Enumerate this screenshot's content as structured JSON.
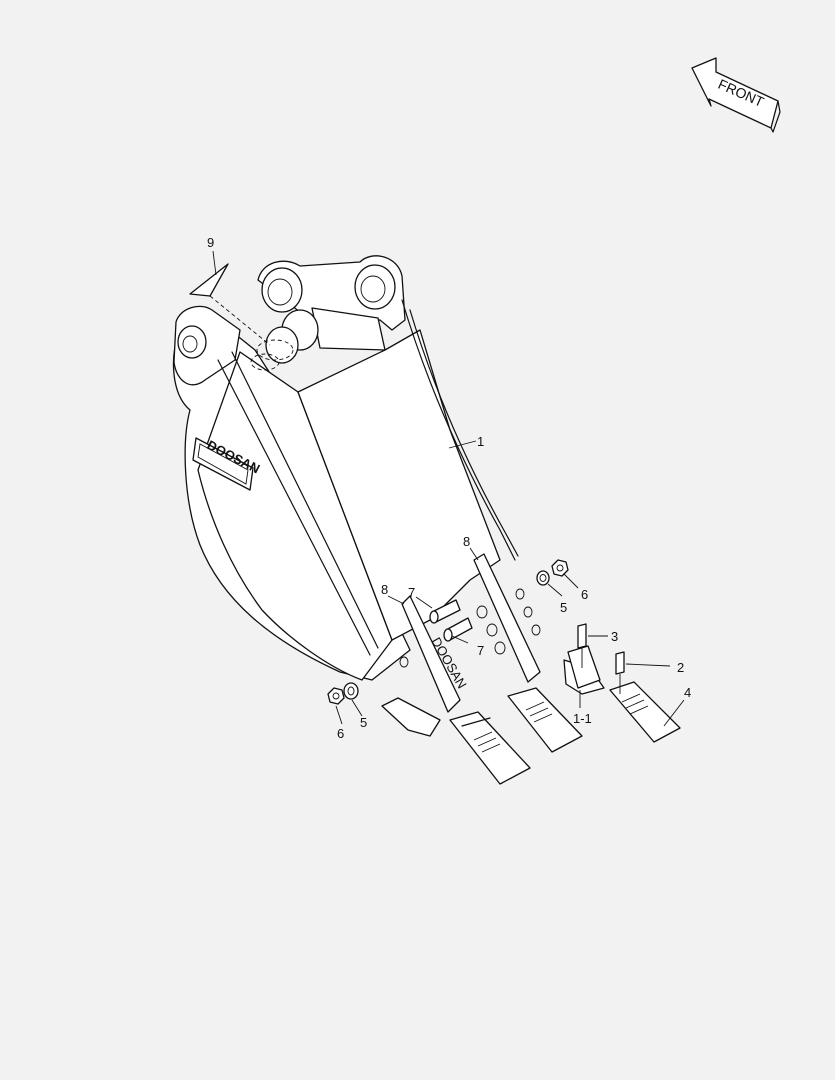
{
  "direction_label": "FRONT",
  "logo_text": "DOOSAN",
  "callouts": {
    "c1": "1",
    "c1_1": "1-1",
    "c2": "2",
    "c3": "3",
    "c4": "4",
    "c5a": "5",
    "c5b": "5",
    "c6a": "6",
    "c6b": "6",
    "c7a": "7",
    "c7b": "7",
    "c8a": "8",
    "c8b": "8",
    "c9": "9"
  }
}
